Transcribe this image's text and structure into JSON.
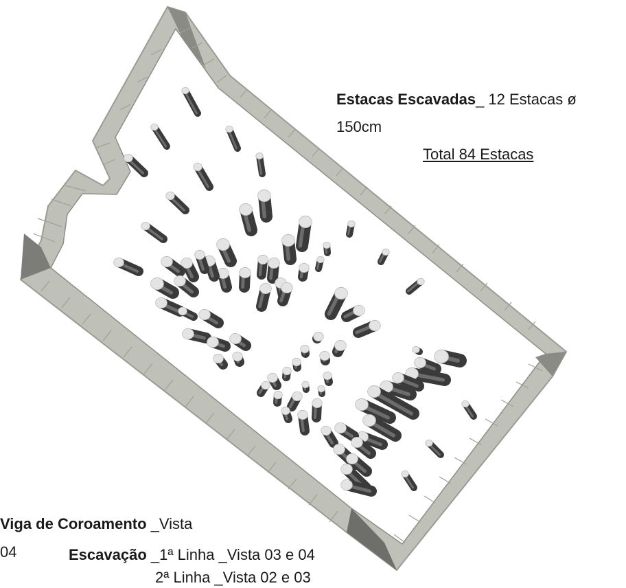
{
  "annotations": {
    "estacas": {
      "title": "Estacas Escavadas",
      "sep": "_ ",
      "detail": "12 Estacas ø",
      "detail2": "150cm",
      "total": "Total 84 Estacas"
    },
    "viga": {
      "title": "Viga de Coroamento",
      "detail": " _Vista",
      "detail2": "04"
    },
    "escavacao": {
      "title": "Escavação",
      "detail": " _1ª Linha _Vista 03 e 04",
      "detail2": "2ª Linha _Vista 02 e 03"
    }
  },
  "colors": {
    "wall_top": "#c9cbc3",
    "wall_face": "#a6a79f",
    "wall_dark": "#777873",
    "pile_dark": "#3a3a3a",
    "pile_mid": "#6c6c6c",
    "pile_cap": "#e4e4e4",
    "floor": "#ffffff"
  }
}
